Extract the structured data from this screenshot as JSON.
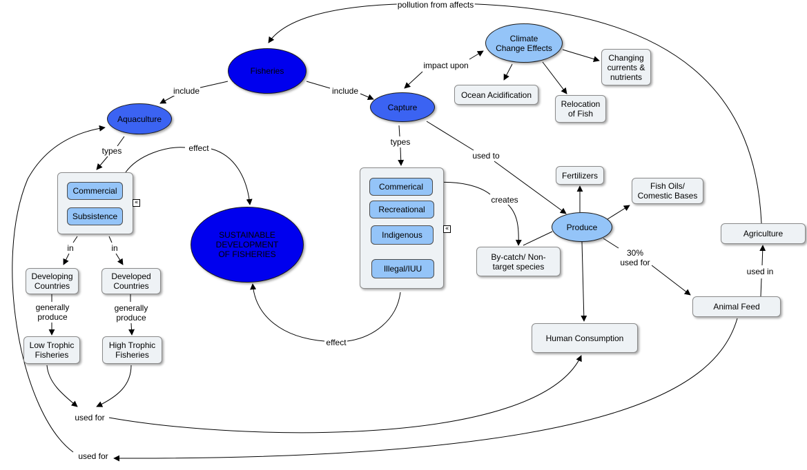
{
  "nodes": {
    "fisheries": "Fisheries",
    "aquaculture": "Aquaculture",
    "capture": "Capture",
    "climate_change_effects": "Climate Change Effects",
    "ocean_acidification": "Ocean Acidification",
    "relocation_of_fish": "Relocation of Fish",
    "changing_currents": "Changing currents & nutrients",
    "commercial_aqua": "Commercial",
    "subsistence": "Subsistence",
    "sustainable_development": "SUSTAINABLE DEVELOPMENT OF FISHERIES",
    "commerical_capture": "Commerical",
    "recreational": "Recreational",
    "indigenous": "Indigenous",
    "illegal_iuu": "Illegal/IUU",
    "fertilizers": "Fertilizers",
    "fish_oils": "Fish Oils/ Comestic Bases",
    "produce": "Produce",
    "bycatch": "By-catch/ Non-target species",
    "agriculture": "Agriculture",
    "animal_feed": "Animal Feed",
    "human_consumption": "Human Consumption",
    "developing_countries": "Developing Countries",
    "developed_countries": "Developed Countries",
    "low_trophic": "Low Trophic Fisheries",
    "high_trophic": "High Trophic Fisheries"
  },
  "links": {
    "pollution_from_affects": "pollution from affects",
    "include_left": "include",
    "include_right": "include",
    "impact_upon": "impact upon",
    "types_aqua": "types",
    "effect_top": "effect",
    "types_capture": "types",
    "used_to": "used to",
    "creates": "creates",
    "thirty_percent": "30% used for",
    "used_in": "used in",
    "in_left": "in",
    "in_right": "in",
    "generally_produce_left": "generally produce",
    "generally_produce_right": "generally produce",
    "effect_bottom": "effect",
    "used_for_mid": "used for",
    "used_for_bottom": "used for"
  },
  "colors": {
    "dark_node": "#0000ee",
    "mid_node": "#3b63f2",
    "light_node": "#94c4f8",
    "box_fill": "#eef2f5",
    "line": "#000000"
  },
  "icons": [
    "expand-group-icon"
  ]
}
